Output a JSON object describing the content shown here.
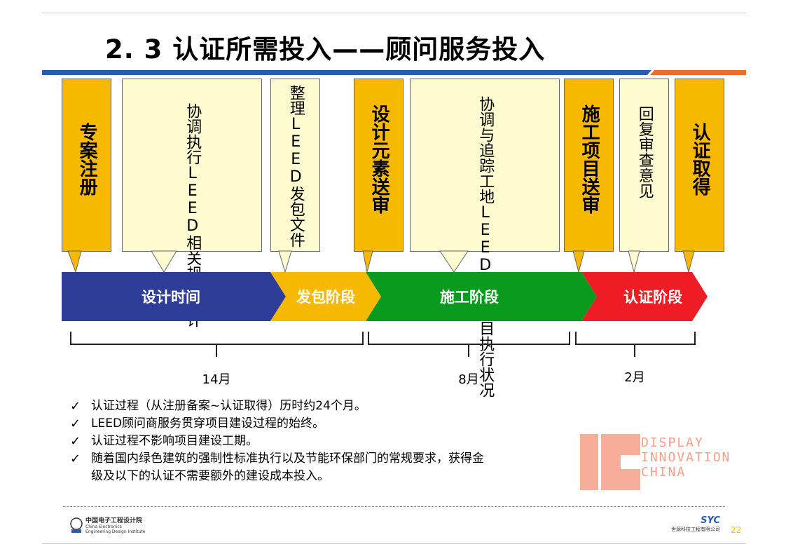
{
  "title": "2. 3 认证所需投入——顾问服务投入",
  "colors": {
    "orange": "#f7b800",
    "pale": "#fffbd1",
    "blue": "#2e3d98",
    "green": "#0a9a1e",
    "red": "#ee1c25",
    "bar_blue": "#2b5bb0",
    "bar_orange": "#e8702a"
  },
  "callouts": [
    {
      "text": "专案注册",
      "style": "orange"
    },
    {
      "text": "协调执行LEED相关规划设计",
      "col1": "协调执行LEED",
      "col2": "相关规划设计",
      "style": "pale"
    },
    {
      "text": "整理LEED发包文件",
      "style": "pale"
    },
    {
      "text": "设计元素送审",
      "style": "orange"
    },
    {
      "text": "协调与追踪工地LEED施工项目执行状况",
      "col1": "协调与追踪工地",
      "col2": "LEED施工项目执",
      "col3": "行状况",
      "style": "pale"
    },
    {
      "text": "施工项目送审",
      "style": "orange"
    },
    {
      "text": "回复审查意见",
      "style": "pale"
    },
    {
      "text": "认证取得",
      "style": "orange"
    }
  ],
  "phases": [
    {
      "label": "设计时间",
      "color": "#2e3d98"
    },
    {
      "label": "发包阶段",
      "color": "#f7b800"
    },
    {
      "label": "施工阶段",
      "color": "#0a9a1e"
    },
    {
      "label": "认证阶段",
      "color": "#ee1c25"
    }
  ],
  "durations": [
    {
      "label": "14月"
    },
    {
      "label": "8月"
    },
    {
      "label": "2月"
    }
  ],
  "bullets": [
    {
      "mark": "✓",
      "text": "认证过程（从注册备案~认证取得）历时约24个月。"
    },
    {
      "mark": "✓",
      "text": "LEED顾问商服务贯穿项目建设过程的始终。"
    },
    {
      "mark": "✓",
      "text": "认证过程不影响项目建设工期。"
    },
    {
      "mark": "✓",
      "text": "随着国内绿色建筑的强制性标准执行以及节能环保部门的常规要求，获得金",
      "cont": "级及以下的认证不需要额外的建设成本投入。"
    }
  ],
  "footer": {
    "left_org": "中国电子工程设计院",
    "left_sub1": "China Electronics",
    "left_sub2": "Engineering Design Institute",
    "right_logo": "SYC",
    "right_org": "世源科技工程有限公司",
    "page_number": "22"
  },
  "watermark": {
    "line1": "DISPLAY",
    "line2": "INNOVATION",
    "line3": "CHINA"
  }
}
